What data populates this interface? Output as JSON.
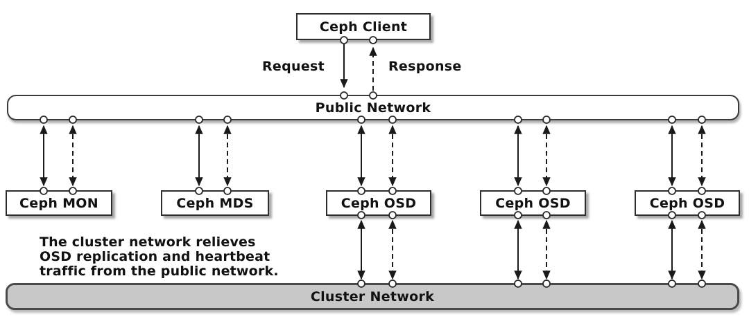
{
  "diagram": {
    "client_label": "Ceph Client",
    "request_label": "Request",
    "response_label": "Response",
    "public_network_label": "Public Network",
    "cluster_network_label": "Cluster Network",
    "nodes": [
      {
        "label": "Ceph MON"
      },
      {
        "label": "Ceph MDS"
      },
      {
        "label": "Ceph OSD"
      },
      {
        "label": "Ceph OSD"
      },
      {
        "label": "Ceph OSD"
      }
    ],
    "annotation": [
      "The cluster network relieves",
      "OSD replication and heartbeat",
      "traffic from the public network."
    ],
    "colors": {
      "line": "#1a1a1a",
      "box_fill": "#ffffff",
      "box_border": "#2e2e2e",
      "cluster_fill": "#c8c8c8",
      "cluster_border": "#4a4a4a",
      "port_fill": "#ffffff",
      "background": "#ffffff"
    }
  }
}
